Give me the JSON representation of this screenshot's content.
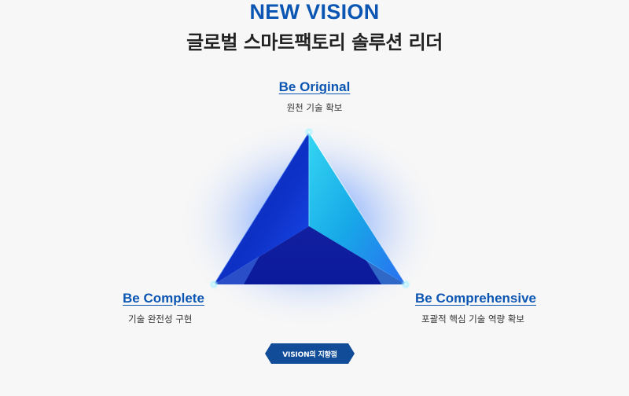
{
  "header": {
    "title": "NEW VISION",
    "subtitle": "글로벌 스마트팩토리 솔루션 리더"
  },
  "vision": {
    "top": {
      "title": "Be Original",
      "desc": "원천 기술 확보"
    },
    "left": {
      "title": "Be Complete",
      "desc": "기술 완전성 구현"
    },
    "right": {
      "title": "Be Comprehensive",
      "desc": "포괄적 핵심 기술 역량 확보"
    }
  },
  "button": {
    "label": "VISION의 지향점"
  },
  "colors": {
    "accent": "#0b55b3",
    "button": "#114c99",
    "triangle_dark": "#0a23a8",
    "triangle_light": "#19c3e6"
  }
}
